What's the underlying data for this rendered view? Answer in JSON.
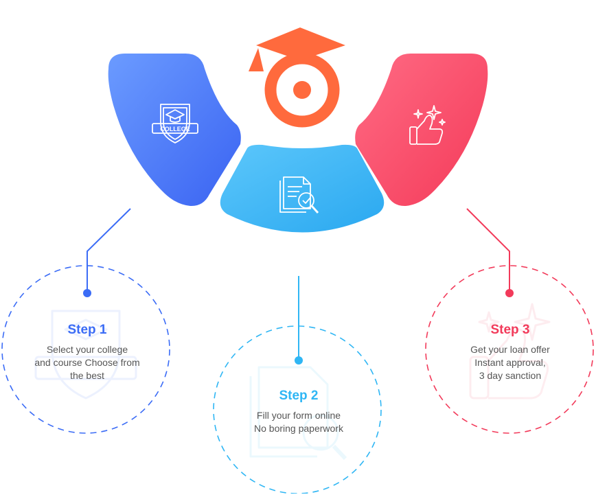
{
  "colors": {
    "blue": "#3b6cf6",
    "blue_light": "#6aa2ff",
    "cyan": "#2fb6f4",
    "cyan_light": "#58c8ff",
    "red": "#f23a5a",
    "red_light": "#ff6b85",
    "orange": "#ff6a3d",
    "text": "#555555"
  },
  "icons": {
    "top": "graduation-cap-target-icon",
    "segment_1": "college-crest-icon",
    "segment_2": "document-search-icon",
    "segment_3": "thumbs-up-sparkle-icon"
  },
  "college_badge_text": "COLLEGE",
  "steps": [
    {
      "title": "Step 1",
      "lines": [
        "Select your college",
        "and course Choose from",
        "the best"
      ]
    },
    {
      "title": "Step 2",
      "lines": [
        "Fill your form online",
        "No boring paperwork"
      ]
    },
    {
      "title": "Step 3",
      "lines": [
        "Get your loan offer",
        "Instant approval,",
        "3 day sanction"
      ]
    }
  ]
}
